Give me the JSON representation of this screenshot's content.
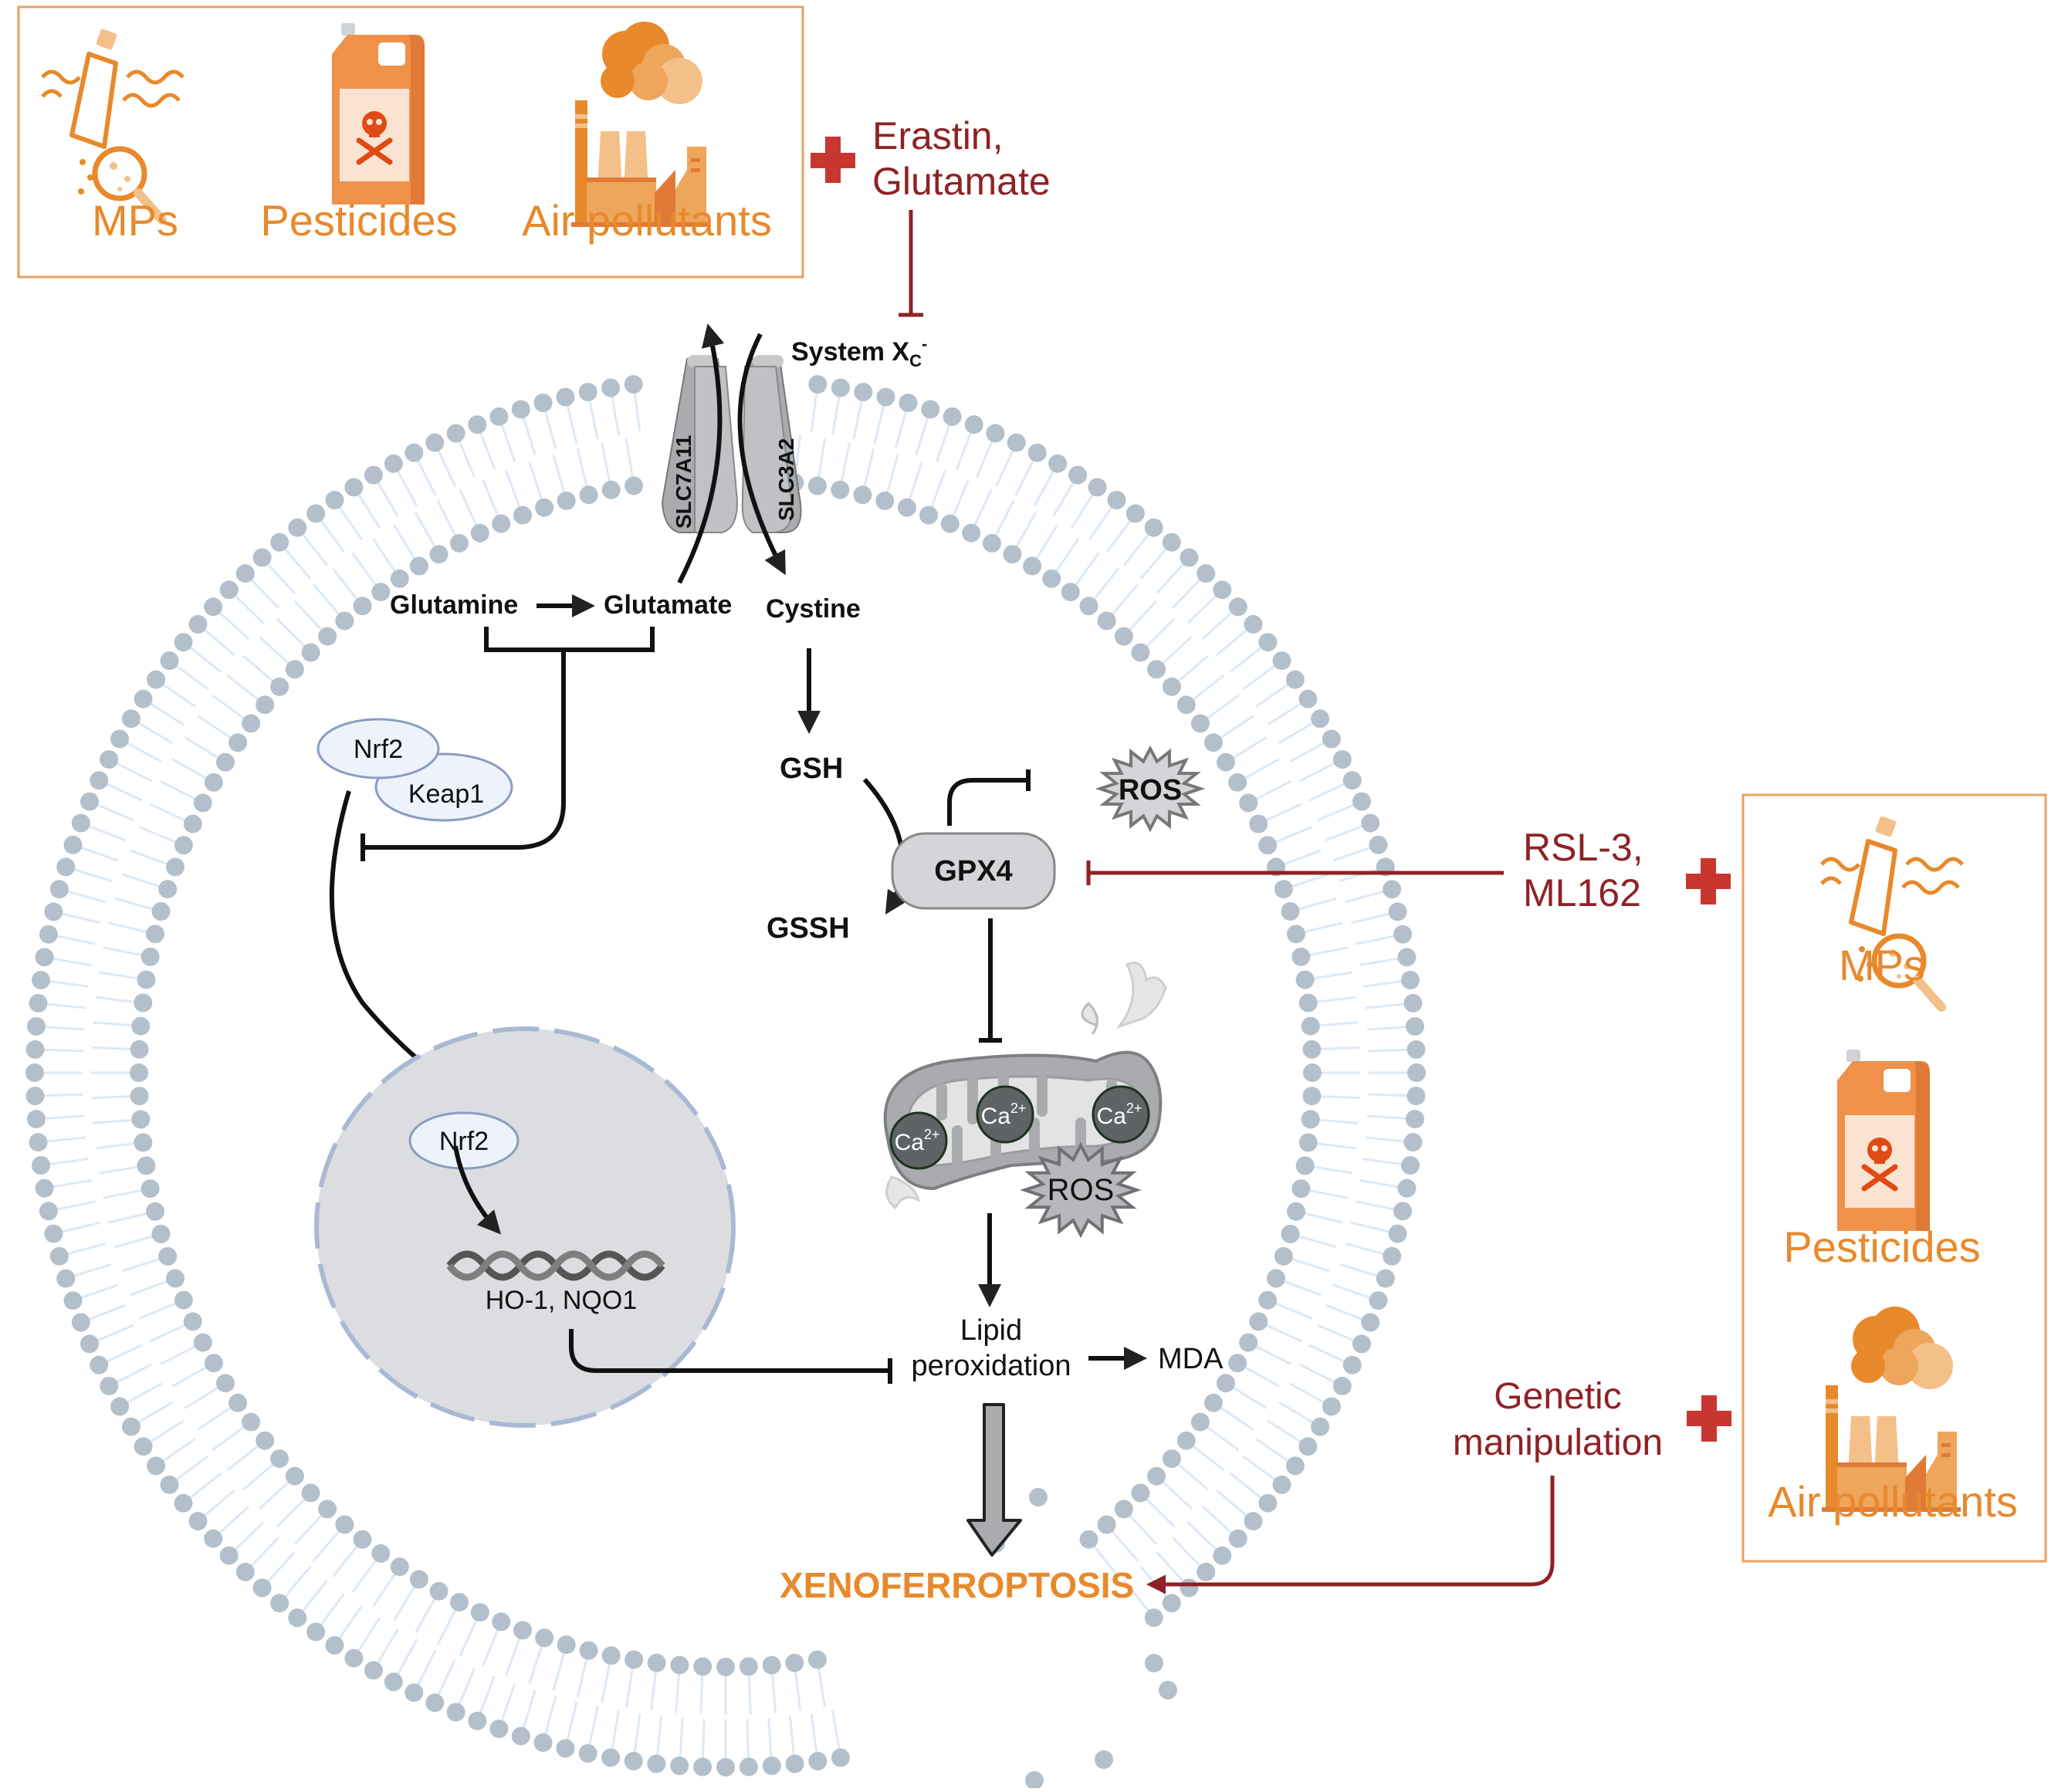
{
  "figure": {
    "title": "Xenoferroptosis pathway diagram",
    "colors": {
      "pollutant_orange": "#e8892b",
      "inhibitor_red": "#8e2226",
      "plus_red": "#c8372f",
      "membrane_head": "#b3c0cb",
      "membrane_tail": "#dce9f6",
      "nucleus_fill": "#dcdde0",
      "protein_gray": "#bfc1c4"
    }
  },
  "top_pollutant_box": {
    "items": [
      {
        "icon": "microplastic-bottle-icon",
        "label": "MPs"
      },
      {
        "icon": "pesticide-jug-icon",
        "label": "Pesticides"
      },
      {
        "icon": "factory-smoke-icon",
        "label": "Air pollutants"
      }
    ]
  },
  "right_pollutant_box": {
    "items": [
      {
        "icon": "microplastic-bottle-icon",
        "label": "MPs"
      },
      {
        "icon": "pesticide-jug-icon",
        "label": "Pesticides"
      },
      {
        "icon": "factory-smoke-icon",
        "label": "Air pollutants"
      }
    ]
  },
  "plus_symbol": "+",
  "inhibitors": {
    "system_xc": {
      "line1": "Erastin,",
      "line2": "Glutamate"
    },
    "gpx4": {
      "line1": "RSL-3,",
      "line2": "ML162"
    },
    "genetic": {
      "line1": "Genetic",
      "line2": "manipulation"
    }
  },
  "transporter": {
    "system_label": "System X",
    "system_sub": "C",
    "system_sup": "-",
    "subunit_left": "SLC7A11",
    "subunit_right": "SLC3A2"
  },
  "metabolites": {
    "glutamine": "Glutamine",
    "glutamate": "Glutamate",
    "cystine": "Cystine",
    "gsh": "GSH",
    "gssh": "GSSH",
    "gpx4": "GPX4",
    "ros": "ROS",
    "lipid_line1": "Lipid",
    "lipid_line2": "peroxidation",
    "mda": "MDA"
  },
  "nrf2_complex": {
    "nrf2": "Nrf2",
    "keap1": "Keap1"
  },
  "nucleus": {
    "nrf2": "Nrf2",
    "genes": "HO-1, NQO1"
  },
  "mitochondrion": {
    "calcium_label": "Ca",
    "calcium_charge": "2+",
    "ros": "ROS"
  },
  "outcome": "XENOFERROPTOSIS"
}
